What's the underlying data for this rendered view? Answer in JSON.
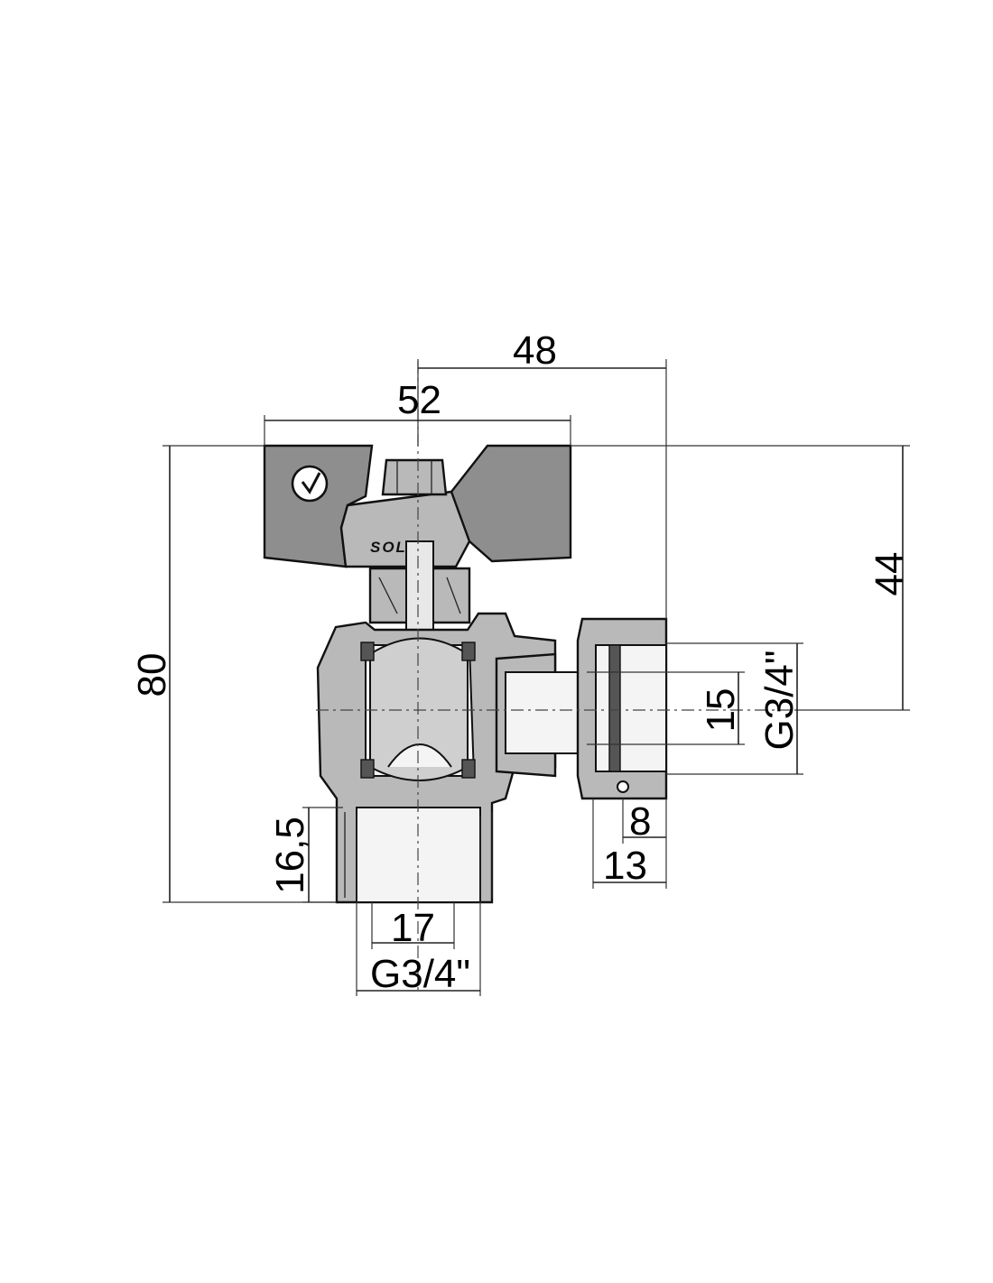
{
  "dimensions": {
    "overall_width": "48",
    "handle_width": "52",
    "overall_height": "80",
    "handle_to_axis": "44",
    "outlet_thread": "G3/4\"",
    "outlet_bore": "15",
    "inlet_length": "16,5",
    "inlet_bore": "17",
    "inlet_thread": "G3/4\"",
    "nut_inner": "8",
    "nut_length": "13"
  },
  "handle": {
    "brand": "SOL",
    "logo_icon": "check-circle-logo-icon"
  }
}
